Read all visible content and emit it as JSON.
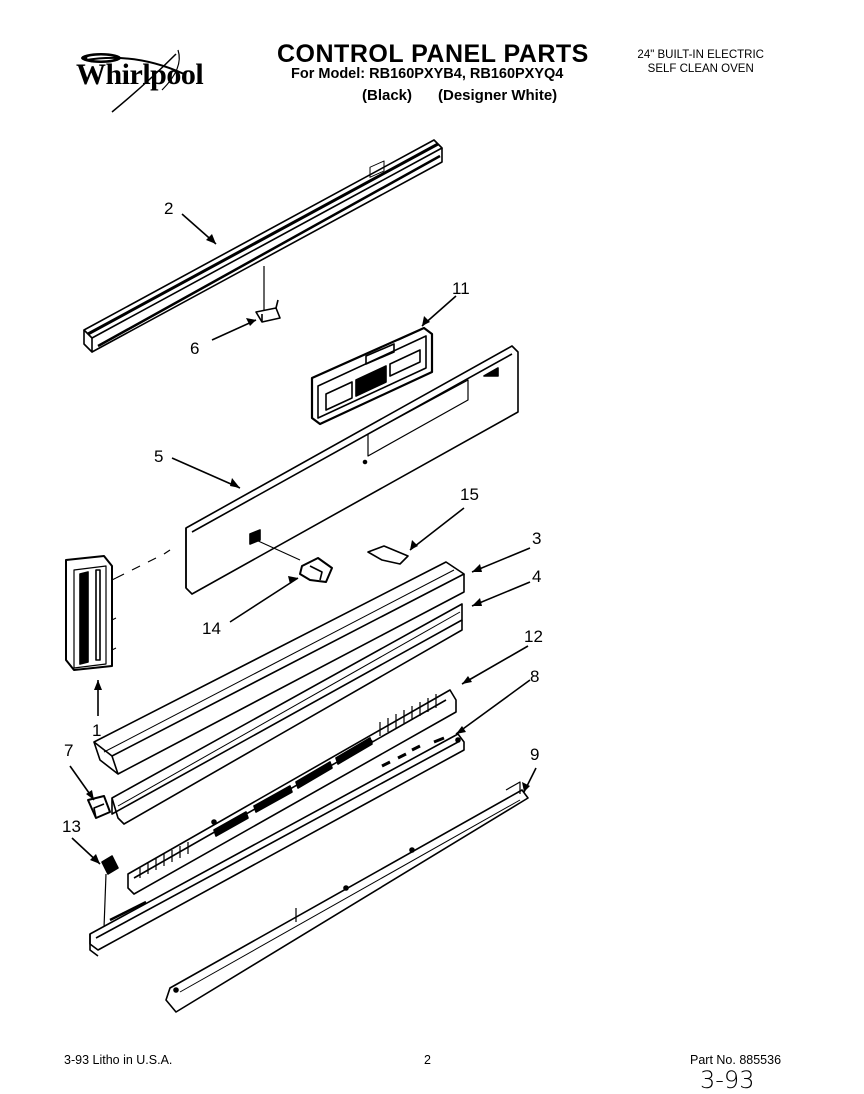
{
  "header": {
    "brand": "Whirlpool",
    "title": "CONTROL PANEL PARTS",
    "models_line": "For Model: RB160PXYB4, RB160PXYQ4",
    "variant_black": "(Black)",
    "variant_white": "(Designer White)",
    "product_line1": "24\" BUILT-IN ELECTRIC",
    "product_line2": "SELF CLEAN OVEN"
  },
  "callouts": [
    "1",
    "2",
    "3",
    "4",
    "5",
    "6",
    "7",
    "8",
    "9",
    "11",
    "12",
    "13",
    "14",
    "15"
  ],
  "footer": {
    "litho": "3-93 Litho in U.S.A.",
    "page_number": "2",
    "part_number": "Part No. 885536",
    "handwritten_note": "3-93"
  }
}
